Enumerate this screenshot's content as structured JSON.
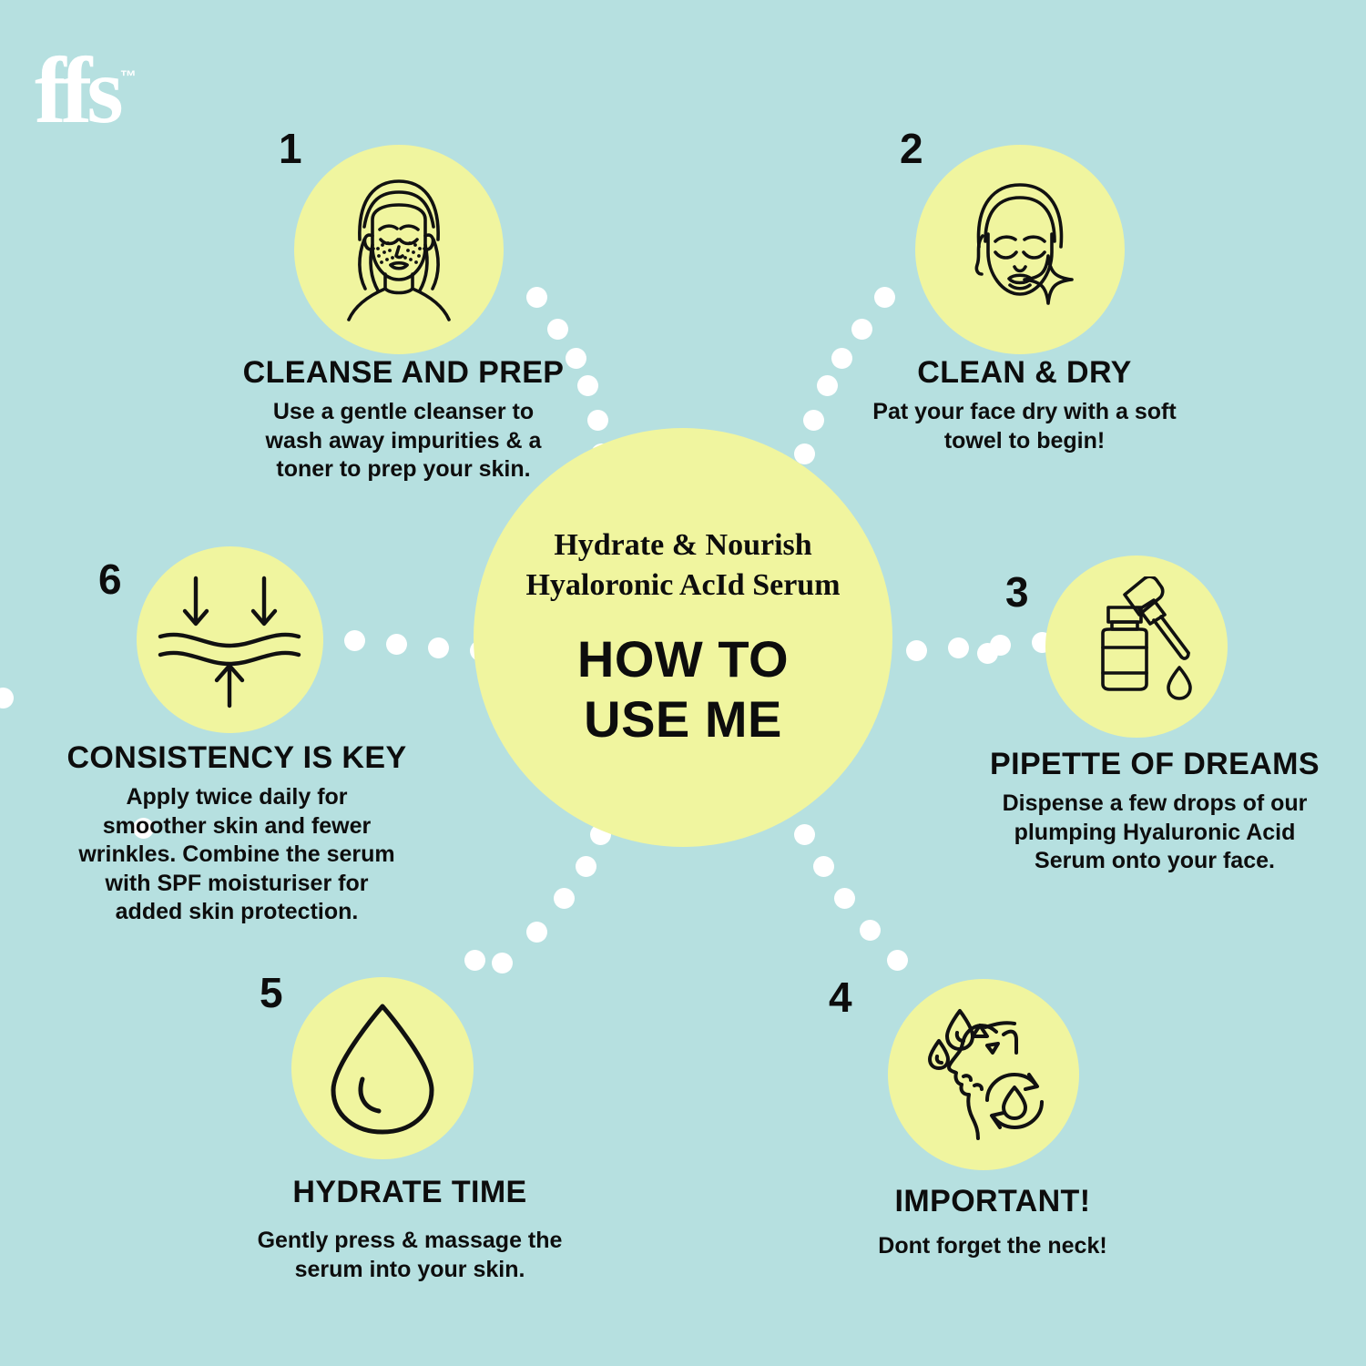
{
  "brand": {
    "logo_text": "ffs",
    "trademark": "™"
  },
  "colors": {
    "background": "#b6e0e0",
    "circle": "#f0f59f",
    "ink": "#0d0d0d",
    "dot": "#ffffff"
  },
  "hub": {
    "subtitle_line1": "Hydrate & Nourish",
    "subtitle_line2": "Hyaloronic AcId Serum",
    "title_line1": "HOW TO",
    "title_line2": "USE ME"
  },
  "steps": [
    {
      "number": "1",
      "heading": "CLEANSE AND PREP",
      "body": "Use a gentle cleanser to wash away impurities & a toner to prep your skin.",
      "icon": "face-cleanse-icon"
    },
    {
      "number": "2",
      "heading": "CLEAN & DRY",
      "body": "Pat your face dry with a soft towel to begin!",
      "icon": "face-sparkle-icon"
    },
    {
      "number": "3",
      "heading": "PIPETTE OF DREAMS",
      "body": "Dispense a few drops of our plumping Hyaluronic Acid Serum onto your face.",
      "icon": "serum-dropper-icon"
    },
    {
      "number": "4",
      "heading": "IMPORTANT!",
      "body": "Dont forget the neck!",
      "icon": "face-profile-hydration-icon"
    },
    {
      "number": "5",
      "heading": "HYDRATE TIME",
      "body": "Gently press & massage the serum into your skin.",
      "icon": "water-drop-icon"
    },
    {
      "number": "6",
      "heading": "CONSISTENCY IS KEY",
      "body": "Apply twice daily for smoother skin and fewer wrinkles. Combine the serum with SPF moisturiser for added skin protection.",
      "icon": "skin-layers-arrows-icon"
    }
  ]
}
